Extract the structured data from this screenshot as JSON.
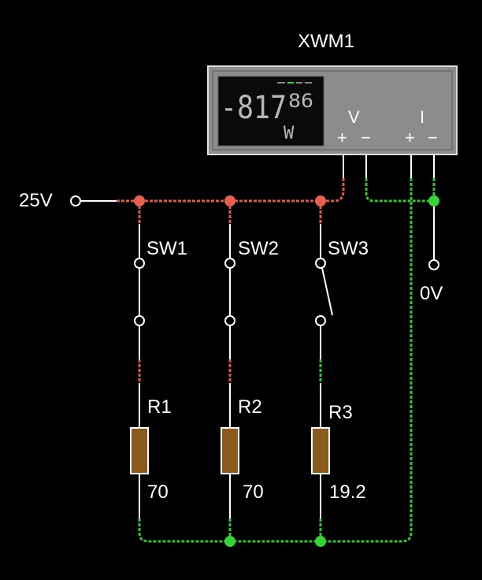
{
  "meter": {
    "name": "XWM1",
    "display_value": "-81786",
    "display_main": "-817",
    "display_small": "86",
    "unit": "W",
    "v_label": "V",
    "i_label": "I",
    "plus": "+",
    "minus": "−"
  },
  "sources": {
    "supply": "25V",
    "ground": "0V"
  },
  "switches": [
    {
      "name": "SW1",
      "state": "closed"
    },
    {
      "name": "SW2",
      "state": "closed"
    },
    {
      "name": "SW3",
      "state": "open"
    }
  ],
  "resistors": [
    {
      "name": "R1",
      "value": "70"
    },
    {
      "name": "R2",
      "value": "70"
    },
    {
      "name": "R3",
      "value": "19.2"
    }
  ],
  "colors": {
    "high_voltage_wire": "#e05a4a",
    "low_voltage_wire": "#35c235",
    "neutral_wire": "#ffffff",
    "resistor_body": "#8b5a1e",
    "meter_case": "#8c8c8c",
    "meter_screen": "#0a0a0a"
  }
}
